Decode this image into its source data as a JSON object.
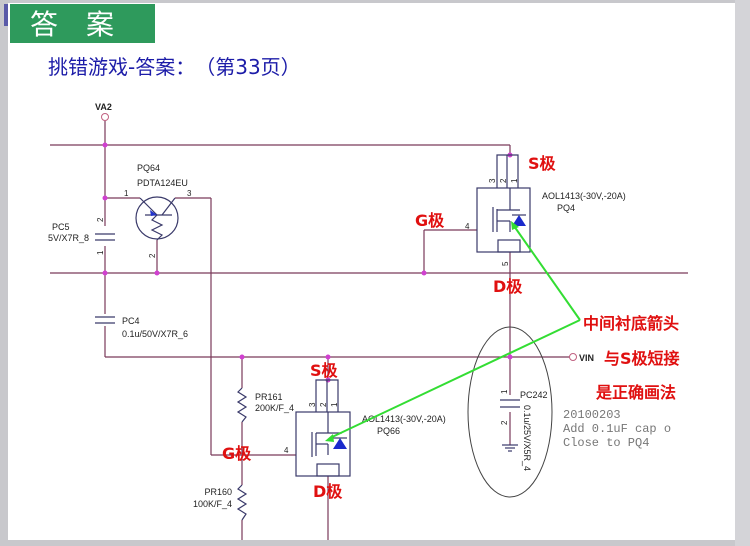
{
  "slide": {
    "header": "答　案",
    "subtitle": "挑错游戏-答案：　（第33页）",
    "colors": {
      "header_bg": "#2e9a5c",
      "subtitle": "#1c1ca8",
      "annotation": "#e01010",
      "arrow": "#33dd33"
    }
  },
  "schematic": {
    "va2": "VA2",
    "vin": "VIN",
    "pq64": {
      "ref": "PQ64",
      "part": "PDTA124EU",
      "pins": [
        "1",
        "2",
        "3"
      ]
    },
    "pc5": {
      "ref": "PC5",
      "value": "5V/X7R_8",
      "pins": [
        "2",
        "1"
      ]
    },
    "pc4": {
      "ref": "PC4",
      "value": "0.1u/50V/X7R_6"
    },
    "pq4": {
      "ref": "PQ4",
      "part": "AOL1413(-30V,-20A)",
      "pins": [
        "3",
        "2",
        "1",
        "4",
        "5"
      ]
    },
    "pq66": {
      "ref": "PQ66",
      "part": "AOL1413(-30V,-20A)",
      "pins": [
        "3",
        "2",
        "1",
        "4"
      ]
    },
    "pr161": {
      "ref": "PR161",
      "value": "200K/F_4"
    },
    "pr160": {
      "ref": "PR160",
      "value": "100K/F_4"
    },
    "pc242": {
      "ref": "PC242",
      "value": "0.1u/25V/X5R_4",
      "pins": [
        "1",
        "2"
      ]
    },
    "note": [
      "20100203",
      "Add 0.1uF cap o",
      "Close to PQ4"
    ]
  },
  "annotations": {
    "s_pole": "S极",
    "g_pole": "G极",
    "d_pole": "D极",
    "explain": [
      "中间衬底箭头",
      "与S极短接",
      "是正确画法"
    ]
  }
}
